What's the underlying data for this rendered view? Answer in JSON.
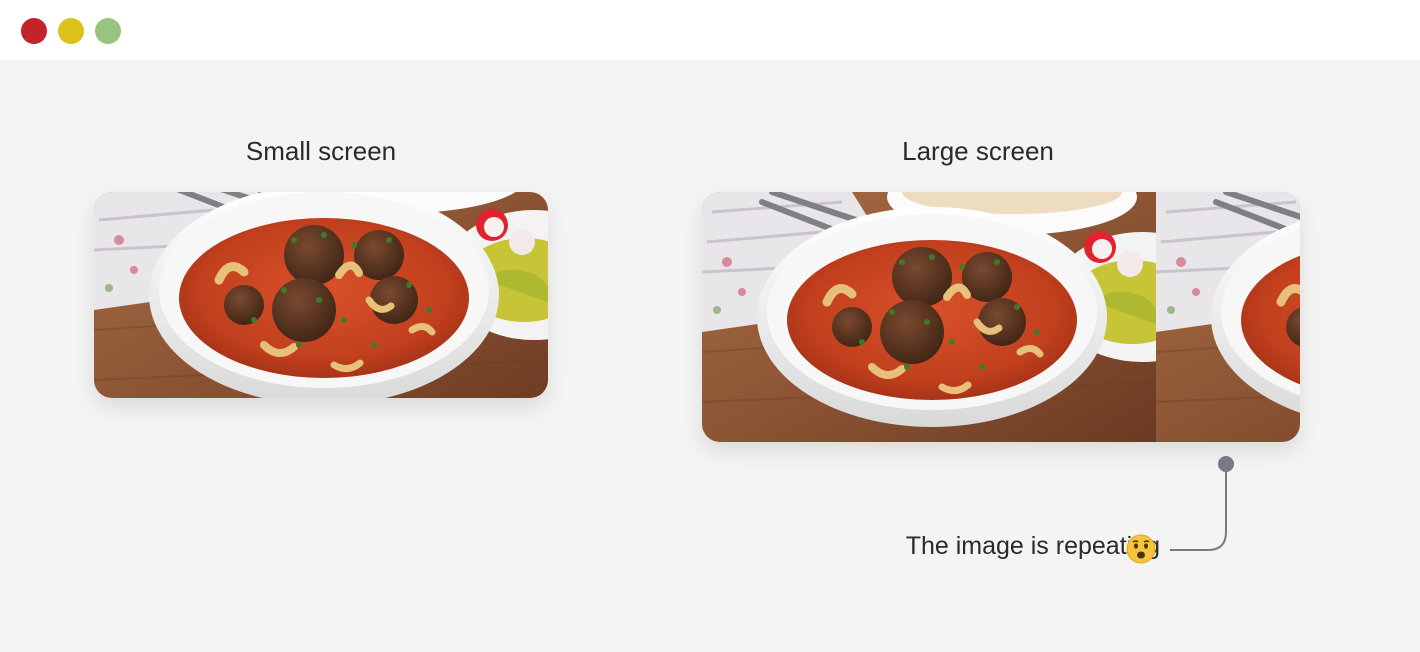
{
  "window": {
    "controls": [
      {
        "name": "close",
        "color": "#c3232b"
      },
      {
        "name": "minimize",
        "color": "#dcc11a"
      },
      {
        "name": "maximize",
        "color": "#97c47f"
      }
    ]
  },
  "panels": {
    "small": {
      "title": "Small screen"
    },
    "large": {
      "title": "Large screen"
    }
  },
  "annotation": {
    "text": "The image is repeating",
    "emoji": "anxious-face-icon"
  },
  "colors": {
    "background": "#f4f4f4",
    "titlebar": "#ffffff",
    "sauce": "#c8401f",
    "bowl": "#f5f5f5",
    "table": "#8a5a3a",
    "connector": "#777a80"
  },
  "image": {
    "subject": "food-photo-meatball-curry-icon"
  }
}
